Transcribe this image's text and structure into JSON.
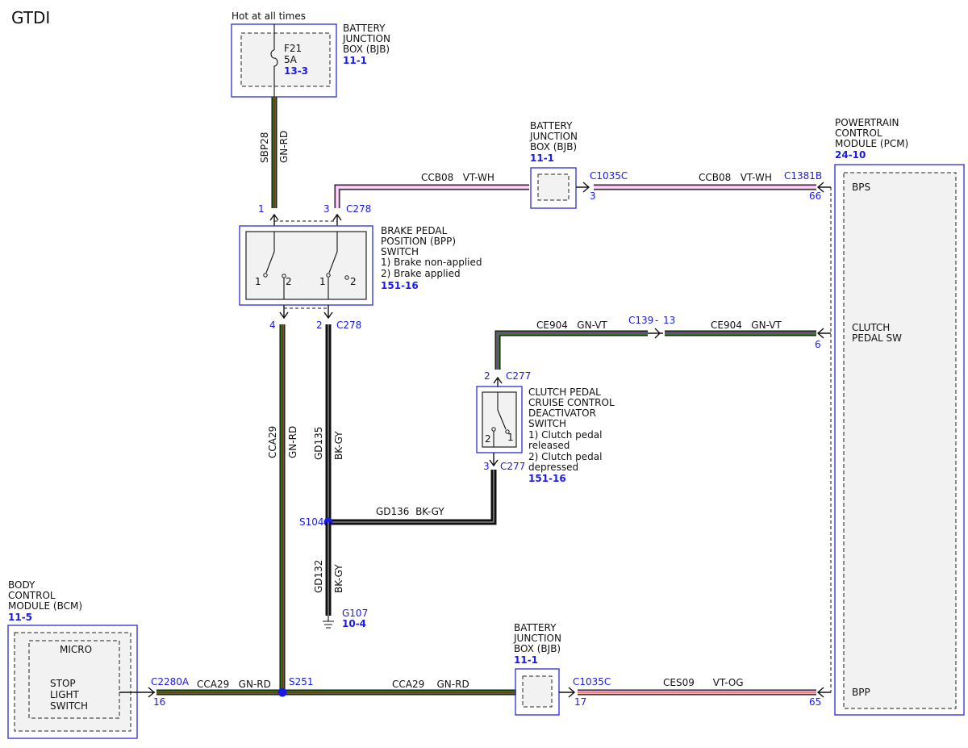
{
  "title": "GTDI",
  "hot_label": "Hot at all times",
  "fuse": {
    "name": "F21",
    "rating": "5A",
    "ref": "13-3"
  },
  "bjb_top": {
    "lines": [
      "BATTERY",
      "JUNCTION",
      "BOX (BJB)"
    ],
    "ref": "11-1"
  },
  "bjb_mid": {
    "lines": [
      "BATTERY",
      "JUNCTION",
      "BOX (BJB)"
    ],
    "ref": "11-1"
  },
  "bjb_bot": {
    "lines": [
      "BATTERY",
      "JUNCTION",
      "BOX (BJB)"
    ],
    "ref": "11-1"
  },
  "pcm": {
    "lines": [
      "POWERTRAIN",
      "CONTROL",
      "MODULE (PCM)"
    ],
    "ref": "24-10",
    "pins": {
      "bps": "BPS",
      "clutch1": "CLUTCH",
      "clutch2": "PEDAL SW",
      "bpp": "BPP"
    }
  },
  "bpp_switch": {
    "lines": [
      "BRAKE PEDAL",
      "POSITION (BPP)",
      "SWITCH",
      "1) Brake non-applied",
      "2) Brake applied"
    ],
    "ref": "151-16"
  },
  "clutch_switch": {
    "lines": [
      "CLUTCH PEDAL",
      "CRUISE CONTROL",
      "DEACTIVATOR",
      "SWITCH",
      "1) Clutch pedal",
      "released",
      "2) Clutch pedal",
      "depressed"
    ],
    "ref": "151-16"
  },
  "bcm": {
    "lines": [
      "BODY",
      "CONTROL",
      "MODULE (BCM)"
    ],
    "ref": "11-5",
    "micro": "MICRO",
    "stop_lines": [
      "STOP",
      "LIGHT",
      "SWITCH"
    ]
  },
  "connectors": {
    "c278_top": "C278",
    "c278_bot": "C278",
    "c1035c_mid": "C1035C",
    "c1035c_bot": "C1035C",
    "c1381b": "C1381B",
    "c139": "C139",
    "c277_top": "C277",
    "c277_bot": "C277",
    "c2280a": "C2280A",
    "s104": "S104",
    "s251": "S251",
    "g107": "G107",
    "g107_ref": "10-4"
  },
  "pins": {
    "bpp_1": "1",
    "bpp_3": "3",
    "bpp_4": "4",
    "bpp_2": "2",
    "bjb_mid_3": "3",
    "pcm_66": "66",
    "c139_13": "13",
    "pcm_6": "6",
    "clutch_2": "2",
    "clutch_3": "3",
    "bcm_16": "16",
    "bjb_bot_17": "17",
    "pcm_65": "65"
  },
  "switch_terms": {
    "a1": "1",
    "a2": "2",
    "b1": "1",
    "b2": "2",
    "c2": "2",
    "c1": "1"
  },
  "circuits": {
    "sbp28": "SBP28",
    "sbp28_color": "GN-RD",
    "ccb08_left": "CCB08   VT-WH",
    "ccb08_right": "CCB08   VT-WH",
    "ce904_left": "CE904   GN-VT",
    "ce904_right": "CE904   GN-VT",
    "cca29_v": "CCA29",
    "cca29_v_color": "GN-RD",
    "gd135": "GD135",
    "gd135_color": "BK-GY",
    "gd136": "GD136  BK-GY",
    "gd132": "GD132",
    "gd132_color": "BK-GY",
    "cca29_bcm": "CCA29   GN-RD",
    "cca29_mid": "CCA29    GN-RD",
    "ces09": "CES09      VT-OG"
  },
  "colors": {
    "module_border": "#3a3ad8",
    "ref_blue": "#1a1ae6",
    "green": "#2f7a1e",
    "pink": "#f2a6e6",
    "red_tracer": "#a3121c"
  }
}
